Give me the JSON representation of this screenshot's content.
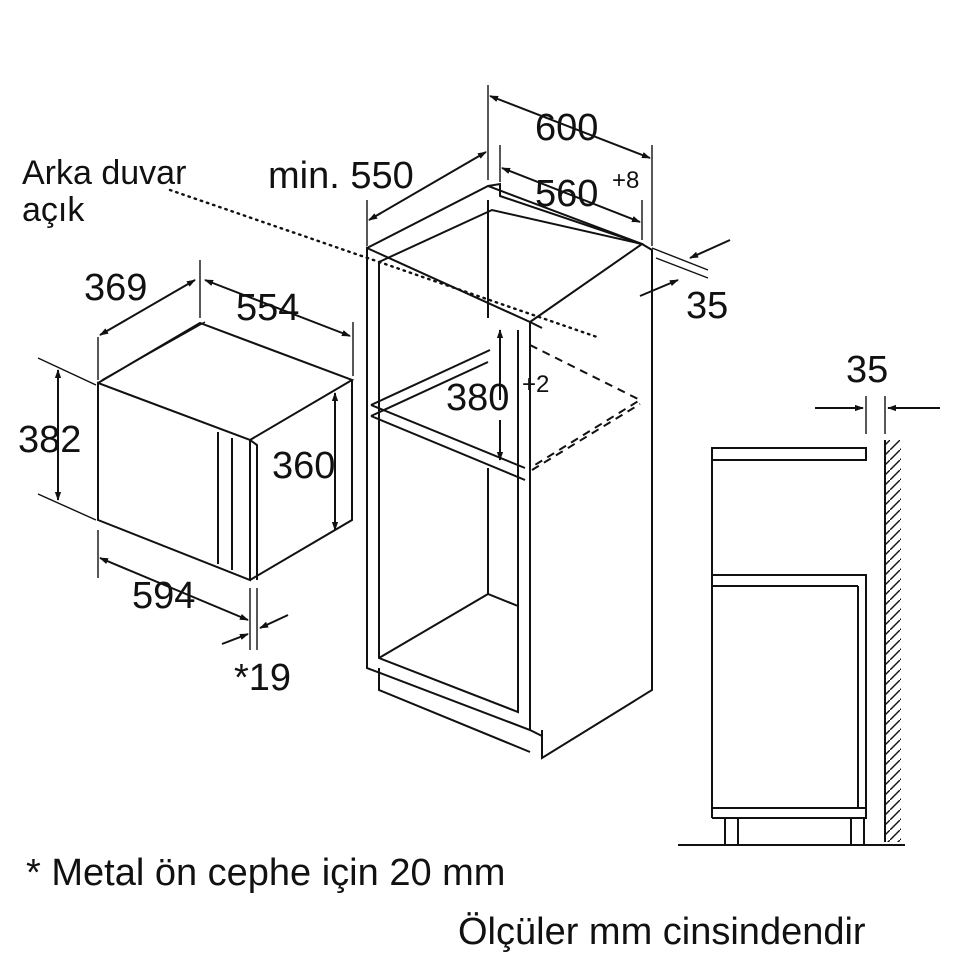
{
  "labels": {
    "rear_wall_line1": "Arka duvar",
    "rear_wall_line2": "açık",
    "min_depth": "min. 550",
    "width_600": "600",
    "width_560": "560",
    "width_560_tol": "+8",
    "panel_35": "35",
    "niche_height": "380",
    "niche_height_tol": "+2",
    "dev_depth_369": "369",
    "dev_width_554": "554",
    "dev_height_382": "382",
    "dev_height_360": "360",
    "dev_width_594": "594",
    "dev_front_19": "*19",
    "side_35": "35",
    "footnote": "* Metal ön cephe için 20 mm",
    "units_note": "Ölçüler mm cinsindendir"
  }
}
